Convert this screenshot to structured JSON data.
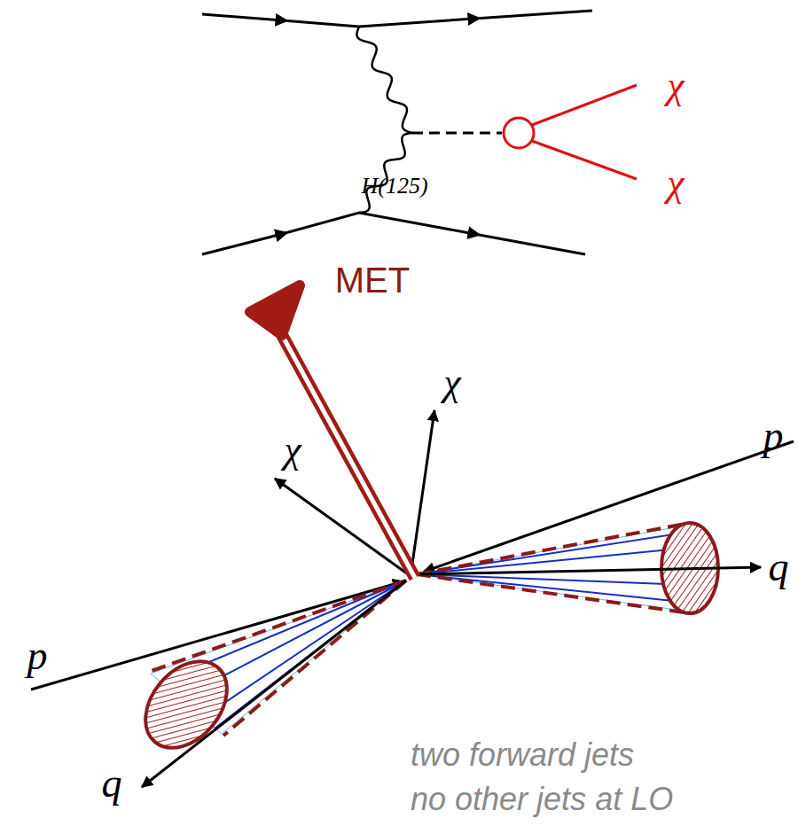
{
  "diagram": {
    "labels": [
      "χ",
      "χ",
      "H(125)",
      "MET",
      "χ",
      "χ",
      "p",
      "p",
      "q",
      "q",
      "two forward jets",
      "no other jets at LO"
    ]
  }
}
